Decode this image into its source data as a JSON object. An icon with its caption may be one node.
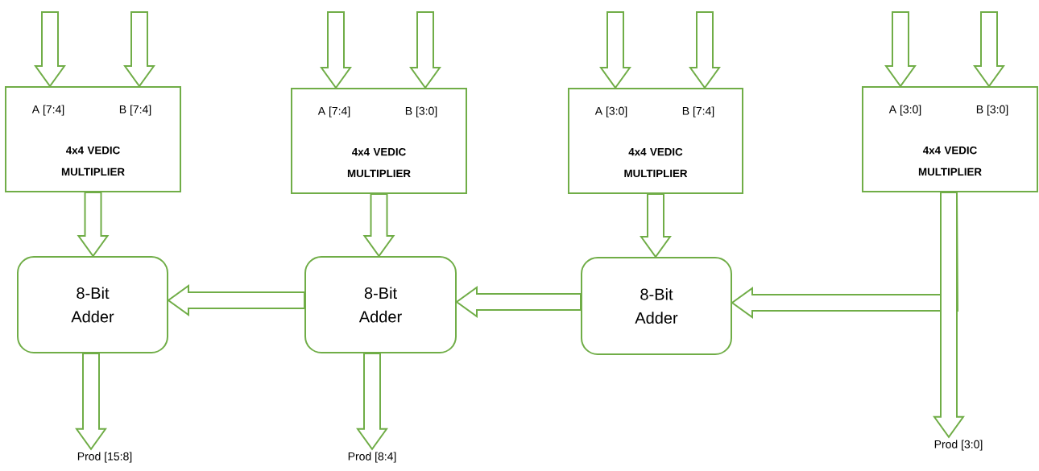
{
  "diagram": {
    "nodes": [
      {
        "text": [
          "A [7:4]",
          "B [7:4]",
          "4x4 VEDIC MULTIPLIER"
        ]
      },
      {
        "text": [
          "A [7:4]",
          "B [3:0]",
          "4x4 VEDIC MULTIPLIER"
        ]
      },
      {
        "text": [
          "A [3:0]",
          "B [7:4]",
          "4x4 VEDIC MULTIPLIER"
        ]
      },
      {
        "text": [
          "A [3:0]",
          "B [3:0]",
          "4x4 VEDIC MULTIPLIER"
        ]
      },
      {
        "text": [
          "8-Bit Adder"
        ]
      },
      {
        "text": [
          "8-Bit Adder"
        ]
      },
      {
        "text": [
          "8-Bit Adder"
        ]
      },
      {
        "text": [
          "Prod [15:8]"
        ]
      },
      {
        "text": [
          "Prod [8:4]"
        ]
      },
      {
        "text": [
          "Prod [3:0]"
        ]
      }
    ],
    "edges": [
      {
        "from": null,
        "to": 0,
        "arrow": "to"
      },
      {
        "from": null,
        "to": 0,
        "arrow": "to"
      },
      {
        "from": null,
        "to": 1,
        "arrow": "to"
      },
      {
        "from": null,
        "to": 1,
        "arrow": "to"
      },
      {
        "from": null,
        "to": 2,
        "arrow": "to"
      },
      {
        "from": null,
        "to": 2,
        "arrow": "to"
      },
      {
        "from": null,
        "to": 3,
        "arrow": "to"
      },
      {
        "from": null,
        "to": 3,
        "arrow": "to"
      },
      {
        "from": 0,
        "to": 4,
        "arrow": "to"
      },
      {
        "from": 1,
        "to": 5,
        "arrow": "to"
      },
      {
        "from": 2,
        "to": 6,
        "arrow": "to"
      },
      {
        "from": 5,
        "to": 4,
        "arrow": "to"
      },
      {
        "from": 6,
        "to": 5,
        "arrow": "to"
      },
      {
        "from": 3,
        "to": 6,
        "arrow": "to"
      },
      {
        "from": 3,
        "to": 9,
        "arrow": "to"
      },
      {
        "from": 4,
        "to": 7,
        "arrow": "to"
      },
      {
        "from": 5,
        "to": 8,
        "arrow": "to"
      }
    ]
  }
}
